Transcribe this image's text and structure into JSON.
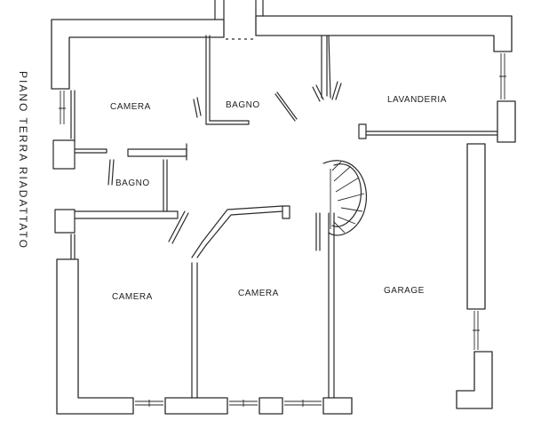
{
  "plan": {
    "title": "PIANO TERRA RIADATTATO",
    "rooms": [
      {
        "id": "camera-top-left",
        "label": "CAMERA"
      },
      {
        "id": "bagno-top",
        "label": "BAGNO"
      },
      {
        "id": "lavanderia",
        "label": "LAVANDERIA"
      },
      {
        "id": "bagno-left",
        "label": "BAGNO"
      },
      {
        "id": "camera-bottom-left",
        "label": "CAMERA"
      },
      {
        "id": "camera-bottom-center",
        "label": "CAMERA"
      },
      {
        "id": "garage",
        "label": "GARAGE"
      }
    ]
  }
}
